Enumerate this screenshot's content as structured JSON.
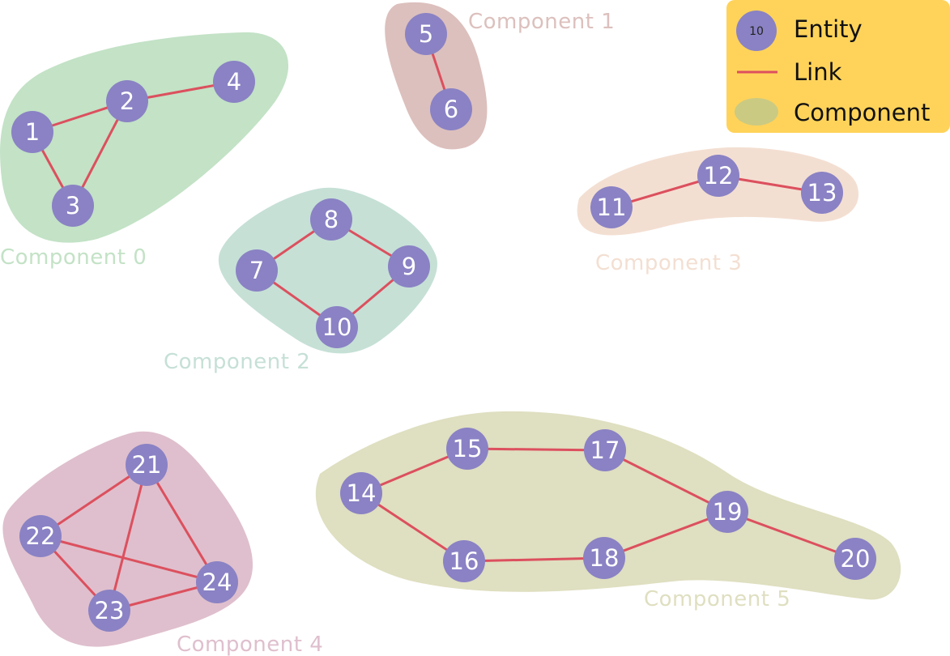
{
  "colors": {
    "node_fill": "#8a82c4",
    "link_stroke": "#dc505e",
    "legend_bg": "#ffd35a",
    "legend_component": "#cbca82"
  },
  "legend": {
    "entity_sample_number": "10",
    "entity_label": "Entity",
    "link_label": "Link",
    "component_label": "Component"
  },
  "components": [
    {
      "label": "Component 0",
      "color": "#c3e2c6"
    },
    {
      "label": "Component 1",
      "color": "#dcc0bd"
    },
    {
      "label": "Component 2",
      "color": "#c6e0d6"
    },
    {
      "label": "Component 3",
      "color": "#f3dfd2"
    },
    {
      "label": "Component 4",
      "color": "#dfbfcd"
    },
    {
      "label": "Component 5",
      "color": "#dfdfc1"
    }
  ],
  "nodes": [
    "1",
    "2",
    "3",
    "4",
    "5",
    "6",
    "7",
    "8",
    "9",
    "10",
    "11",
    "12",
    "13",
    "14",
    "15",
    "16",
    "17",
    "18",
    "19",
    "20",
    "21",
    "22",
    "23",
    "24"
  ],
  "links": [
    [
      "1",
      "2"
    ],
    [
      "1",
      "3"
    ],
    [
      "2",
      "3"
    ],
    [
      "2",
      "4"
    ],
    [
      "5",
      "6"
    ],
    [
      "7",
      "8"
    ],
    [
      "8",
      "9"
    ],
    [
      "9",
      "10"
    ],
    [
      "7",
      "10"
    ],
    [
      "11",
      "12"
    ],
    [
      "12",
      "13"
    ],
    [
      "21",
      "22"
    ],
    [
      "21",
      "23"
    ],
    [
      "21",
      "24"
    ],
    [
      "22",
      "23"
    ],
    [
      "22",
      "24"
    ],
    [
      "23",
      "24"
    ],
    [
      "14",
      "15"
    ],
    [
      "14",
      "16"
    ],
    [
      "15",
      "17"
    ],
    [
      "16",
      "18"
    ],
    [
      "17",
      "19"
    ],
    [
      "18",
      "19"
    ],
    [
      "19",
      "20"
    ]
  ]
}
